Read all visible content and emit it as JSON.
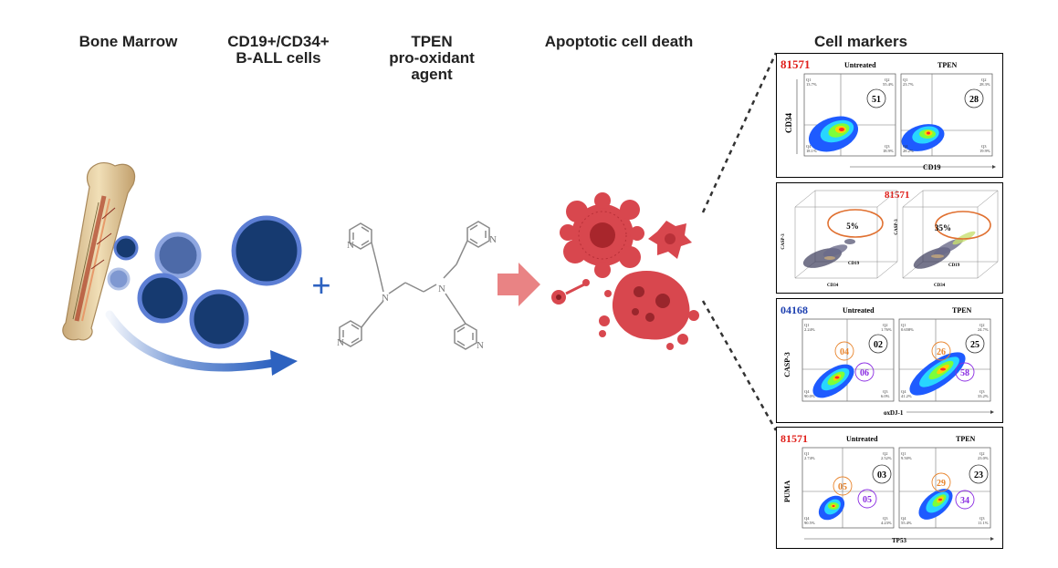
{
  "headers": {
    "bone_marrow": "Bone Marrow",
    "cells_line1": "CD19+/CD34+",
    "cells_line2": "B-ALL cells",
    "tpen_line1": "TPEN",
    "tpen_line2": "pro-oxidant",
    "tpen_line3": "agent",
    "apoptosis": "Apoptotic cell death",
    "markers": "Cell markers"
  },
  "plus_sign": "+",
  "panel1": {
    "sample": "81571",
    "sample_color": "#e0201b",
    "left_title": "Untreated",
    "right_title": "TPEN",
    "xlabel": "CD19",
    "ylabel": "CD34",
    "left_value": "51",
    "right_value": "28",
    "left_q1": "13.7%",
    "left_q2": "55.4%",
    "left_q3": "18.9%",
    "left_q4": "18.1%",
    "right_q1": "23.7%",
    "right_q2": "28.3%",
    "right_q3": "19.9%",
    "right_q4": "28.2%"
  },
  "panel2": {
    "sample": "81571",
    "sample_color": "#e0201b",
    "left_value": "5%",
    "right_value": "35%",
    "zlabel": "CASP-3",
    "xlabel": "CD34",
    "ylabel": "CD19"
  },
  "panel3": {
    "sample": "04168",
    "sample_color": "#1c3fb0",
    "left_title": "Untreated",
    "right_title": "TPEN",
    "xlabel": "oxDJ-1",
    "ylabel": "CASP-3",
    "left_orange": "04",
    "left_black": "02",
    "left_purple": "06",
    "right_orange": "26",
    "right_black": "25",
    "right_purple": "58",
    "left_q1": "2.24%",
    "left_q2": "1.76%",
    "left_q3": "6.0%",
    "left_q4": "90.0%",
    "right_q1": "0.658%",
    "right_q2": "24.7%",
    "right_q3": "33.2%",
    "right_q4": "41.2%"
  },
  "panel4": {
    "sample": "81571",
    "sample_color": "#e0201b",
    "left_title": "Untreated",
    "right_title": "TPEN",
    "xlabel": "TP53",
    "ylabel": "PUMA",
    "left_orange": "05",
    "left_black": "03",
    "left_purple": "05",
    "right_orange": "29",
    "right_black": "23",
    "right_purple": "34",
    "left_q1": "2.74%",
    "left_q2": "2.52%",
    "left_q3": "4.23%",
    "left_q4": "90.5%",
    "right_q1": "9.50%",
    "right_q2": "23.0%",
    "right_q3": "11.1%",
    "right_q4": "55.4%"
  },
  "colors": {
    "red": "#e0201b",
    "blue_sample": "#1c3fb0",
    "orange": "#e8842c",
    "purple": "#8a2be2",
    "cell_dark": "#163a70",
    "cell_ring": "#5c7ed4",
    "arrow_blue": "#2d62c0",
    "apoptotic": "#d8474e",
    "pink_arrow": "#e98384"
  }
}
